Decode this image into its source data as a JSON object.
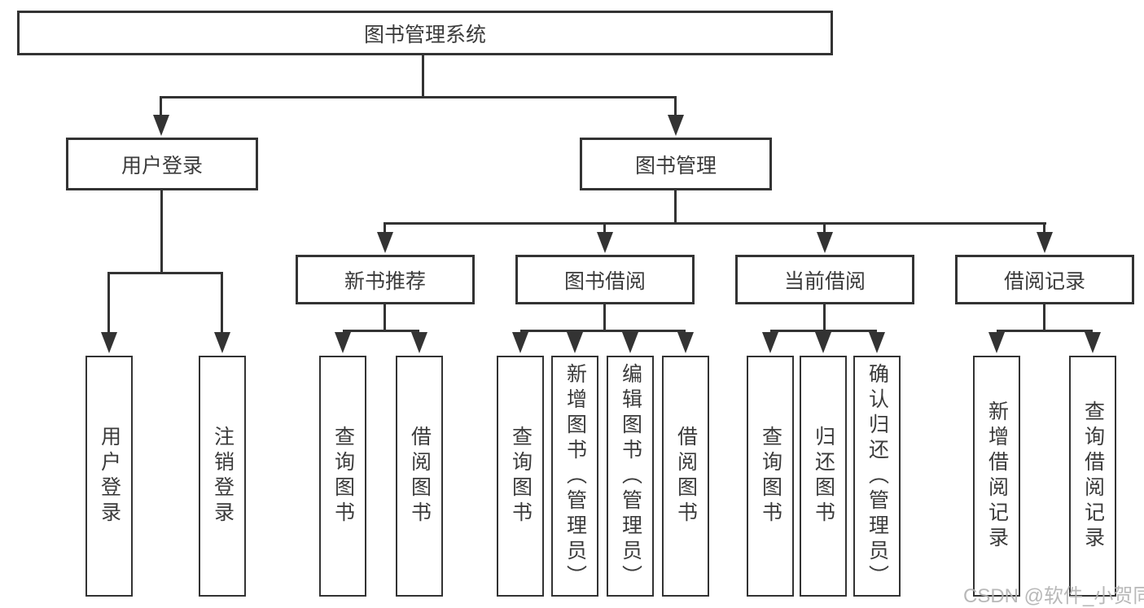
{
  "diagram": {
    "title": "图书管理系统",
    "branches": [
      {
        "label": "用户登录",
        "children": [
          {
            "label": "用户登录"
          },
          {
            "label": "注销登录"
          }
        ]
      },
      {
        "label": "图书管理",
        "children": [
          {
            "label": "新书推荐",
            "children": [
              {
                "label": "查询图书"
              },
              {
                "label": "借阅图书"
              }
            ]
          },
          {
            "label": "图书借阅",
            "children": [
              {
                "label": "查询图书"
              },
              {
                "label": "新增图书（管理员）"
              },
              {
                "label": "编辑图书（管理员）"
              },
              {
                "label": "借阅图书"
              }
            ]
          },
          {
            "label": "当前借阅",
            "children": [
              {
                "label": "查询图书"
              },
              {
                "label": "归还图书"
              },
              {
                "label": "确认归还（管理员）"
              }
            ]
          },
          {
            "label": "借阅记录",
            "children": [
              {
                "label": "新增借阅记录"
              },
              {
                "label": "查询借阅记录"
              }
            ]
          }
        ]
      }
    ]
  },
  "watermark": "CSDN @软件_小贺同学",
  "colors": {
    "line": "#333333",
    "text": "#3b3b3b",
    "background": "#ffffff",
    "watermark": "#b2b2b2"
  }
}
